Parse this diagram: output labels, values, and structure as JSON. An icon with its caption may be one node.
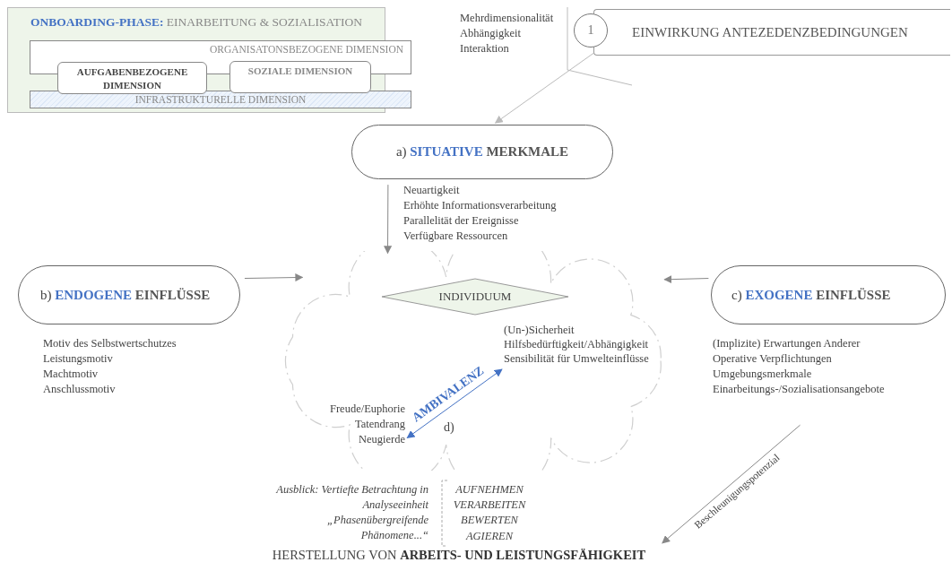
{
  "diagram": {
    "nodes": [
      {
        "text": [
          "**ONBOARDING-PHASE:** EINARBEITUNG & SOZIALISATION"
        ]
      },
      {
        "text": [
          "ORGANISATONSBEZOGENE DIMENSION"
        ],
        "in": 0
      },
      {
        "text": [
          "AUFGABENBEZOGENE DIMENSION"
        ],
        "in": 0
      },
      {
        "text": [
          "SOZIALE DIMENSION"
        ],
        "in": 0
      },
      {
        "text": [
          "INFRASTRUKTURELLE DIMENSION"
        ],
        "in": 0
      },
      {
        "text": [
          "1"
        ]
      },
      {
        "text": [
          "EINWIRKUNG ANTEZEDENZBEDINGUNGEN"
        ]
      },
      {
        "text": [
          "a) **SITUATIVE** **MERKMALE**"
        ],
        "beside": [
          "Neuartigkeit",
          "Erhöhte Informationsverarbeitung",
          "Parallelität der Ereignisse",
          "Verfügbare Ressourcen"
        ]
      },
      {
        "text": [],
        "shape": "cloud"
      },
      {
        "text": [
          "INDIVIDUUM"
        ],
        "in": 8
      },
      {
        "text": [
          "(Un-)Sicherheit",
          "Hilfsbedürftigkeit/Abhängigkeit",
          "Sensibilität für Umwelteinflüsse"
        ],
        "in": 8
      },
      {
        "text": [
          "Freude/Euphorie",
          "Tatendrang",
          "Neugierde"
        ],
        "in": 8
      },
      {
        "text": [
          "b) **ENDOGENE** **EINFLÜSSE**"
        ],
        "beside": [
          "Motiv des Selbstwertschutzes",
          "Leistungsmotiv",
          "Machtmotiv",
          "Anschlussmotiv"
        ]
      },
      {
        "text": [
          "c) **EXOGENE** **EINFLÜSSE**"
        ],
        "beside": [
          "(Implizite) Erwartungen Anderer",
          "Operative Verpflichtungen",
          "Umgebungsmerkmale",
          "Einarbeitungs-/Sozialisationsangebote"
        ]
      },
      {
        "text": [
          "HERSTELLUNG VON **ARBEITS- UND LEISTUNGSFÄHIGKEIT**"
        ]
      }
    ],
    "edges": [
      {
        "from": 6,
        "to": 7,
        "arrow": "to",
        "color": "#bbbbbb"
      },
      {
        "from": 7,
        "to": 8,
        "arrow": "to"
      },
      {
        "from": 12,
        "to": 8,
        "arrow": "to"
      },
      {
        "from": 13,
        "to": 8,
        "arrow": "to"
      },
      {
        "from": 11,
        "to": 10,
        "arrow": "both",
        "label": "AMBIVALENZ",
        "color": "#4472c4"
      },
      {
        "from": 13,
        "to": 14,
        "arrow": "to",
        "label": "Beschleunigungspotenzial"
      }
    ],
    "labels": [
      "Mehrdimensionalität",
      "Abhängigkeit",
      "Interaktion",
      "d)",
      "Ausblick: Vertiefte Betrachtung in Analyseeinheit „Phasenübergreifende Phänomene...“",
      "AUFNEHMEN",
      "VERARBEITEN",
      "BEWERTEN",
      "AGIEREN"
    ]
  }
}
